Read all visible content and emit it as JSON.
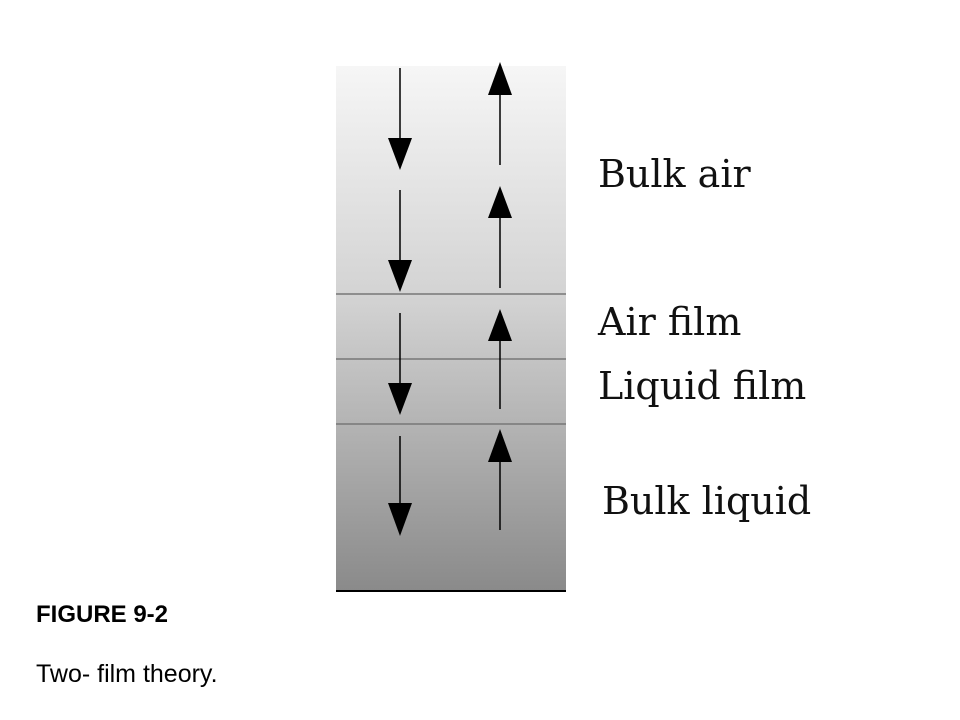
{
  "diagram": {
    "title": "Two-film theory diagram",
    "layers": [
      {
        "id": "bulk-air",
        "label": "Bulk air"
      },
      {
        "id": "air-film",
        "label": "Air film"
      },
      {
        "id": "liquid-film",
        "label": "Liquid film"
      },
      {
        "id": "bulk-liquid",
        "label": "Bulk liquid"
      }
    ],
    "arrows": {
      "down_count": 4,
      "up_count": 4
    },
    "colors": {
      "gradient_top": "#f6f6f6",
      "gradient_bottom": "#8a8a8a",
      "boundary": "#777777",
      "arrow": "#000000"
    }
  },
  "caption": {
    "figure_label": "FIGURE 9-2",
    "text": "Two- film theory."
  }
}
